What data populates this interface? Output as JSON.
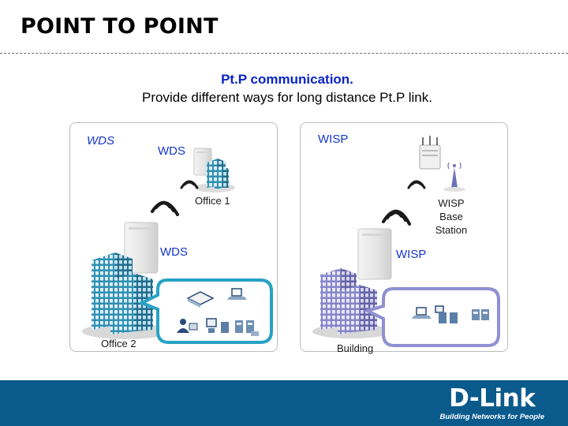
{
  "slide": {
    "title": "POINT TO POINT",
    "subtitle_highlight": "Pt.P communication.",
    "subtitle": "Provide different ways for long distance Pt.P link."
  },
  "left_panel": {
    "heading": "WDS",
    "top_device_label": "WDS",
    "top_building_label": "Office 1",
    "bottom_device_label": "WDS",
    "bottom_building_label": "Office 2"
  },
  "right_panel": {
    "heading": "WISP",
    "station_label_line1": "WISP",
    "station_label_line2": "Base",
    "station_label_line3": "Station",
    "device_label": "WISP",
    "building_label": "Building"
  },
  "brand": {
    "logo": "D-Link",
    "tagline": "Building Networks for People"
  },
  "colors": {
    "accent_blue": "#0a24cc",
    "footer_bg": "#0a5a8c",
    "building_teal": "#2f8fb3",
    "building_purple": "#7f7fc4"
  },
  "icons": [
    "wifi-signal-icon",
    "access-point-icon",
    "building-icon",
    "router-icon",
    "computer-icon",
    "laptop-icon",
    "printer-icon",
    "user-icon"
  ]
}
